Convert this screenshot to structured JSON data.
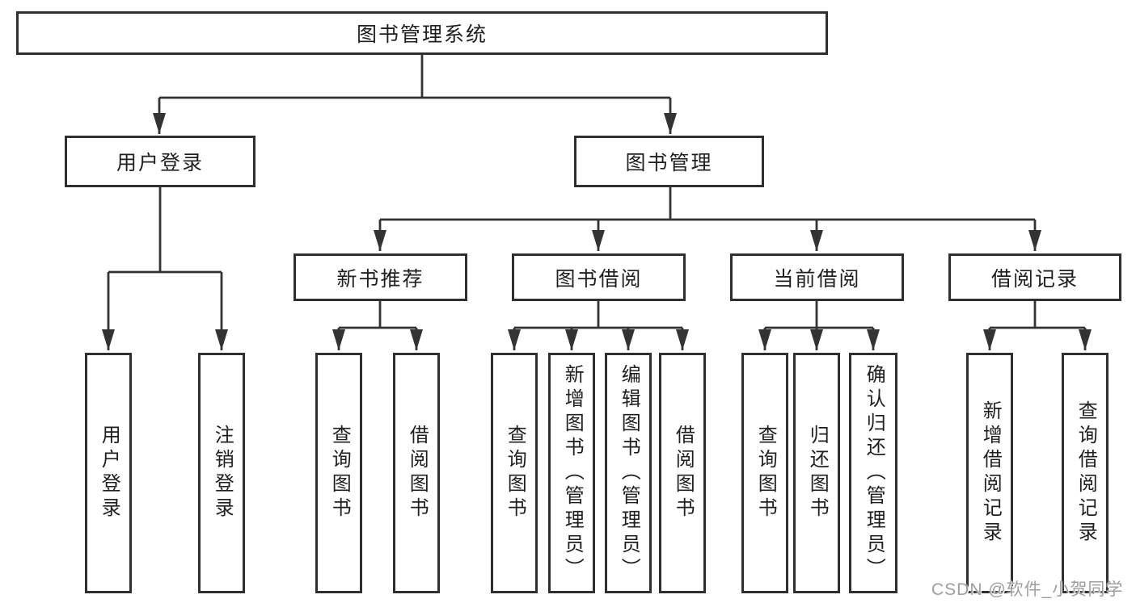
{
  "diagram": {
    "root": {
      "label": "图书管理系统"
    },
    "level2": [
      {
        "label": "用户登录",
        "children": [
          {
            "label": "用户登录"
          },
          {
            "label": "注销登录"
          }
        ]
      },
      {
        "label": "图书管理",
        "children": [
          {
            "label": "新书推荐",
            "children": [
              {
                "label": "查询图书"
              },
              {
                "label": "借阅图书"
              }
            ]
          },
          {
            "label": "图书借阅",
            "children": [
              {
                "label": "查询图书"
              },
              {
                "label": "新增图书（管理员）"
              },
              {
                "label": "编辑图书（管理员）"
              },
              {
                "label": "借阅图书"
              }
            ]
          },
          {
            "label": "当前借阅",
            "children": [
              {
                "label": "查询图书"
              },
              {
                "label": "归还图书"
              },
              {
                "label": "确认归还（管理员）"
              }
            ]
          },
          {
            "label": "借阅记录",
            "children": [
              {
                "label": "新增借阅记录"
              },
              {
                "label": "查询借阅记录"
              }
            ]
          }
        ]
      }
    ]
  },
  "watermark": {
    "text": "CSDN @软件_小贺同学"
  },
  "colors": {
    "line": "#333333",
    "border": "#2f2f2f",
    "text": "#1f1f1f",
    "background": "#ffffff",
    "watermark": "#9e9e9e"
  }
}
